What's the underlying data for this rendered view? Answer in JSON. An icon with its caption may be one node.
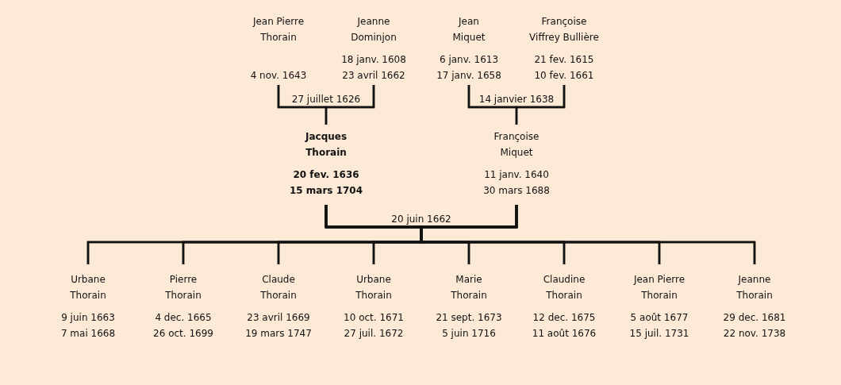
{
  "diagram": {
    "nodes": [
      {
        "text": [
          "Jean Pierre Thorain",
          "4 nov. 1643"
        ]
      },
      {
        "text": [
          "Jeanne Dominjon",
          "18 janv. 1608",
          "23 avril 1662"
        ]
      },
      {
        "text": [
          "Jean Miquet",
          "6 janv. 1613",
          "17 janv. 1658"
        ]
      },
      {
        "text": [
          "Françoise Viffrey Bullière",
          "21 fev. 1615",
          "10 fev. 1661"
        ]
      },
      {
        "text": [
          "Jacques Thorain",
          "20 fev. 1636",
          "15 mars 1704"
        ]
      },
      {
        "text": [
          "Françoise Miquet",
          "11 janv. 1640",
          "30 mars 1688"
        ]
      },
      {
        "text": [
          "Urbane Thorain",
          "9 juin 1663",
          "7 mai 1668"
        ]
      },
      {
        "text": [
          "Pierre Thorain",
          "4 dec. 1665",
          "26 oct. 1699"
        ]
      },
      {
        "text": [
          "Claude Thorain",
          "23 avril 1669",
          "19 mars 1747"
        ]
      },
      {
        "text": [
          "Urbane Thorain",
          "10 oct. 1671",
          "27 juil. 1672"
        ]
      },
      {
        "text": [
          "Marie Thorain",
          "21 sept. 1673",
          "5 juin 1716"
        ]
      },
      {
        "text": [
          "Claudine Thorain",
          "12 dec. 1675",
          "11 août 1676"
        ]
      },
      {
        "text": [
          "Jean Pierre Thorain",
          "5 août 1677",
          "15 juil. 1731"
        ]
      },
      {
        "text": [
          "Jeanne Thorain",
          "29 dec. 1681",
          "22 nov. 1738"
        ]
      }
    ],
    "edges": [
      {
        "from": 0,
        "to": 1,
        "arrow": "none",
        "label": "27 juillet 1626"
      },
      {
        "from": 0,
        "to": 4,
        "arrow": "none"
      },
      {
        "from": 1,
        "to": 4,
        "arrow": "none"
      },
      {
        "from": 2,
        "to": 3,
        "arrow": "none",
        "label": "14 janvier 1638"
      },
      {
        "from": 2,
        "to": 5,
        "arrow": "none"
      },
      {
        "from": 3,
        "to": 5,
        "arrow": "none"
      },
      {
        "from": 4,
        "to": 5,
        "arrow": "none",
        "label": "20 juin 1662"
      },
      {
        "from": 4,
        "to": 6,
        "arrow": "none"
      },
      {
        "from": 5,
        "to": 6,
        "arrow": "none"
      },
      {
        "from": 4,
        "to": 7,
        "arrow": "none"
      },
      {
        "from": 5,
        "to": 7,
        "arrow": "none"
      },
      {
        "from": 4,
        "to": 8,
        "arrow": "none"
      },
      {
        "from": 5,
        "to": 8,
        "arrow": "none"
      },
      {
        "from": 4,
        "to": 9,
        "arrow": "none"
      },
      {
        "from": 5,
        "to": 9,
        "arrow": "none"
      },
      {
        "from": 4,
        "to": 10,
        "arrow": "none"
      },
      {
        "from": 5,
        "to": 10,
        "arrow": "none"
      },
      {
        "from": 4,
        "to": 11,
        "arrow": "none"
      },
      {
        "from": 5,
        "to": 11,
        "arrow": "none"
      },
      {
        "from": 4,
        "to": 12,
        "arrow": "none"
      },
      {
        "from": 5,
        "to": 12,
        "arrow": "none"
      },
      {
        "from": 4,
        "to": 13,
        "arrow": "none"
      },
      {
        "from": 5,
        "to": 13,
        "arrow": "none"
      }
    ]
  }
}
